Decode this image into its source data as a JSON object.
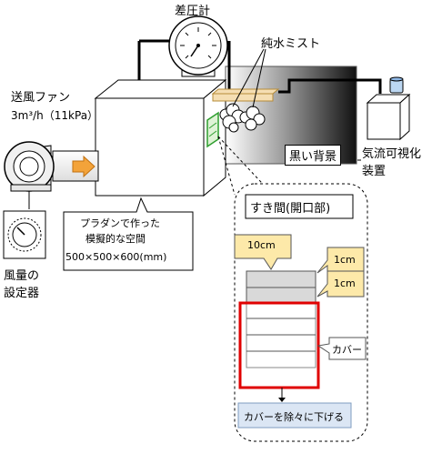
{
  "labels": {
    "pressure_gauge": "差圧計",
    "pure_mist": "純水ミスト",
    "fan_title": "送風ファン",
    "fan_spec": "3m³/h（11kPa）",
    "black_bg": "黒い背景",
    "visualizer_1": "気流可視化",
    "visualizer_2": "装置",
    "space_1": "プラダンで作った",
    "space_2": "模擬的な空間",
    "space_size": "500×500×600(mm)",
    "flow_1": "風量の",
    "flow_2": "設定器",
    "gap_title": "すき間(開口部)",
    "w10": "10cm",
    "h1a": "1cm",
    "h1b": "1cm",
    "cover": "カバー",
    "lower": "カバーを除々に下げる"
  },
  "colors": {
    "cover_red": "#e00000",
    "callout_yellow": "#fde9a9",
    "button_blue": "#dbe6f4",
    "mist_tube": "#f5deb3",
    "green": "#2e9e2e"
  }
}
